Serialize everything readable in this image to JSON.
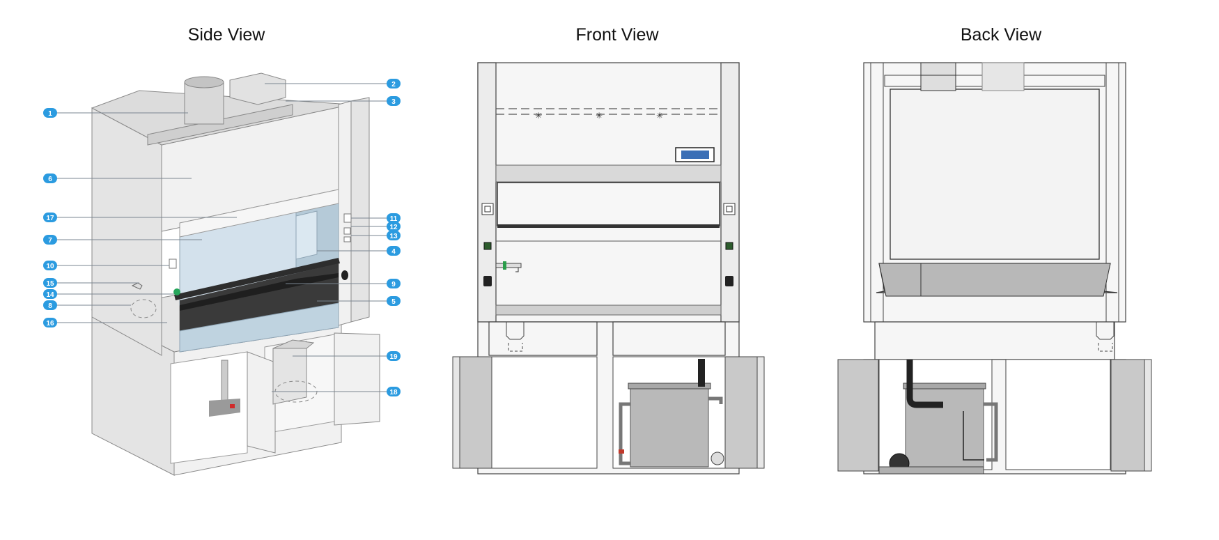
{
  "views": {
    "side": "Side View",
    "front": "Front View",
    "back": "Back View"
  },
  "callouts": [
    "1",
    "2",
    "3",
    "4",
    "5",
    "6",
    "7",
    "8",
    "9",
    "10",
    "11",
    "12",
    "13",
    "14",
    "15",
    "16",
    "17",
    "18",
    "19"
  ],
  "colors": {
    "callout": "#2b9be0",
    "leader": "#7a8590",
    "glass": "#cfe0ec",
    "worktop": "#3a3a3a",
    "panel": "#f1f1f1"
  }
}
